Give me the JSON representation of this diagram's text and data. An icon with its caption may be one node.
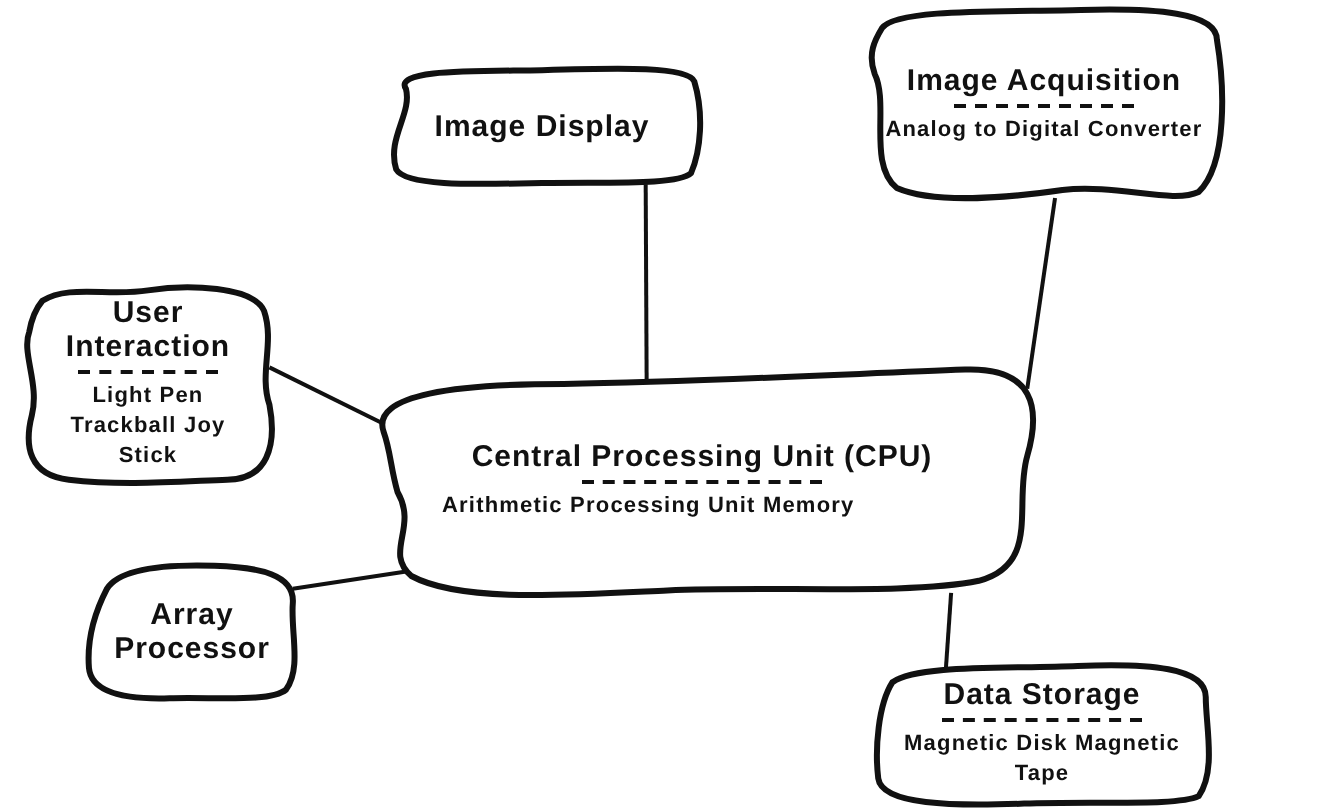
{
  "diagram": {
    "nodes": [
      {
        "text": [
          "Image Display"
        ]
      },
      {
        "text": [
          "Image Acquisition",
          "Analog to Digital Converter"
        ]
      },
      {
        "text": [
          "User Interaction",
          "Light Pen Trackball Joy Stick"
        ]
      },
      {
        "text": [
          "Central Processing Unit (CPU)",
          "Arithmetic Processing Unit Memory"
        ]
      },
      {
        "text": [
          "Array Processor"
        ]
      },
      {
        "text": [
          "Data Storage",
          "Magnetic Disk Magnetic Tape"
        ]
      }
    ],
    "edges": [
      {
        "from": 0,
        "to": 3,
        "arrow": "none"
      },
      {
        "from": 1,
        "to": 3,
        "arrow": "none"
      },
      {
        "from": 2,
        "to": 3,
        "arrow": "none"
      },
      {
        "from": 4,
        "to": 3,
        "arrow": "none"
      },
      {
        "from": 3,
        "to": 5,
        "arrow": "none"
      }
    ]
  }
}
